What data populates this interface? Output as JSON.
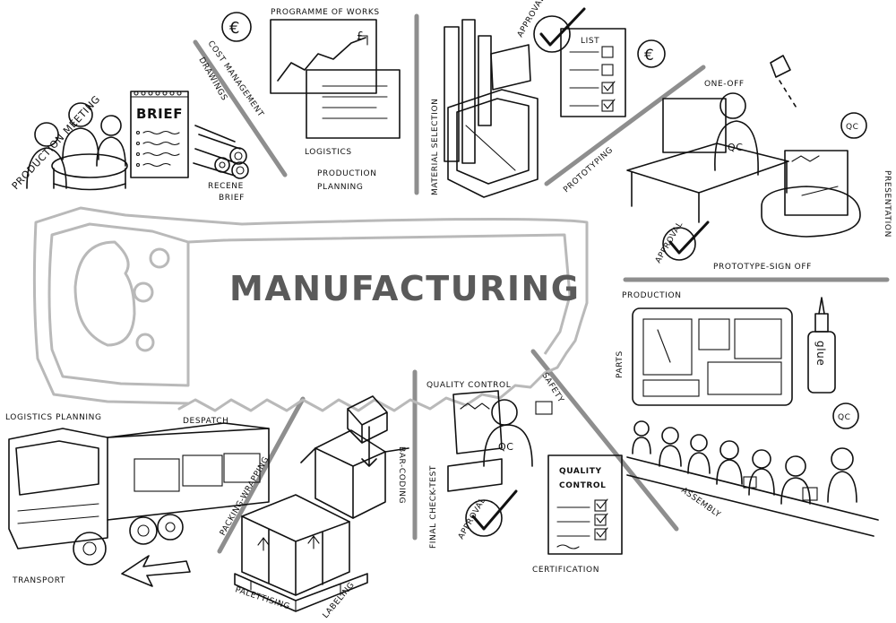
{
  "title": "MANUFACTURING",
  "labels": {
    "production_meeting": "PRODUCTION MEETING",
    "brief": "BRIEF",
    "drawings": "DRAWINGS",
    "cost_management": "COST MANAGEMENT",
    "recene": "RECENE",
    "brief_small": "BRIEF",
    "programme_of_works": "PROGRAMME OF WORKS",
    "logistics": "LOGISTICS",
    "production": "PRODUCTION",
    "planning": "PLANNING",
    "material_selection": "MATERIAL SELECTION",
    "approval_top": "APPROVAL",
    "list": "LIST",
    "prototyping": "PROTOTYPING",
    "one_off": "ONE-OFF",
    "qc": "QC",
    "presentation": "PRESENTATION",
    "approval_proto": "APPROVAL",
    "prototype_sign_off": "PROTOTYPE-SIGN OFF",
    "production_right": "PRODUCTION",
    "parts": "PARTS",
    "glue": "glue",
    "assembly": "ASSEMBLY",
    "quality_control_top": "QUALITY CONTROL",
    "safety": "SAFETY",
    "bar_coding": "BAR-CODING",
    "final_check_test": "FINAL CHECK-TEST",
    "approval_bottom": "APPROVAL",
    "quality": "QUALITY",
    "control": "CONTROL",
    "certification": "CERTIFICATION",
    "packing_wrapping": "PACKING-WRAPPING",
    "palettising": "PALETTISING",
    "labeling": "LABELING",
    "logistics_planning": "LOGISTICS PLANNING",
    "despatch": "DESPATCH",
    "transport": "TRANSPORT"
  },
  "icons": [
    "euro-coin-icon",
    "checkmark-icon",
    "qc-badge-icon",
    "box-icon",
    "arrow-left-icon",
    "saw-icon"
  ]
}
